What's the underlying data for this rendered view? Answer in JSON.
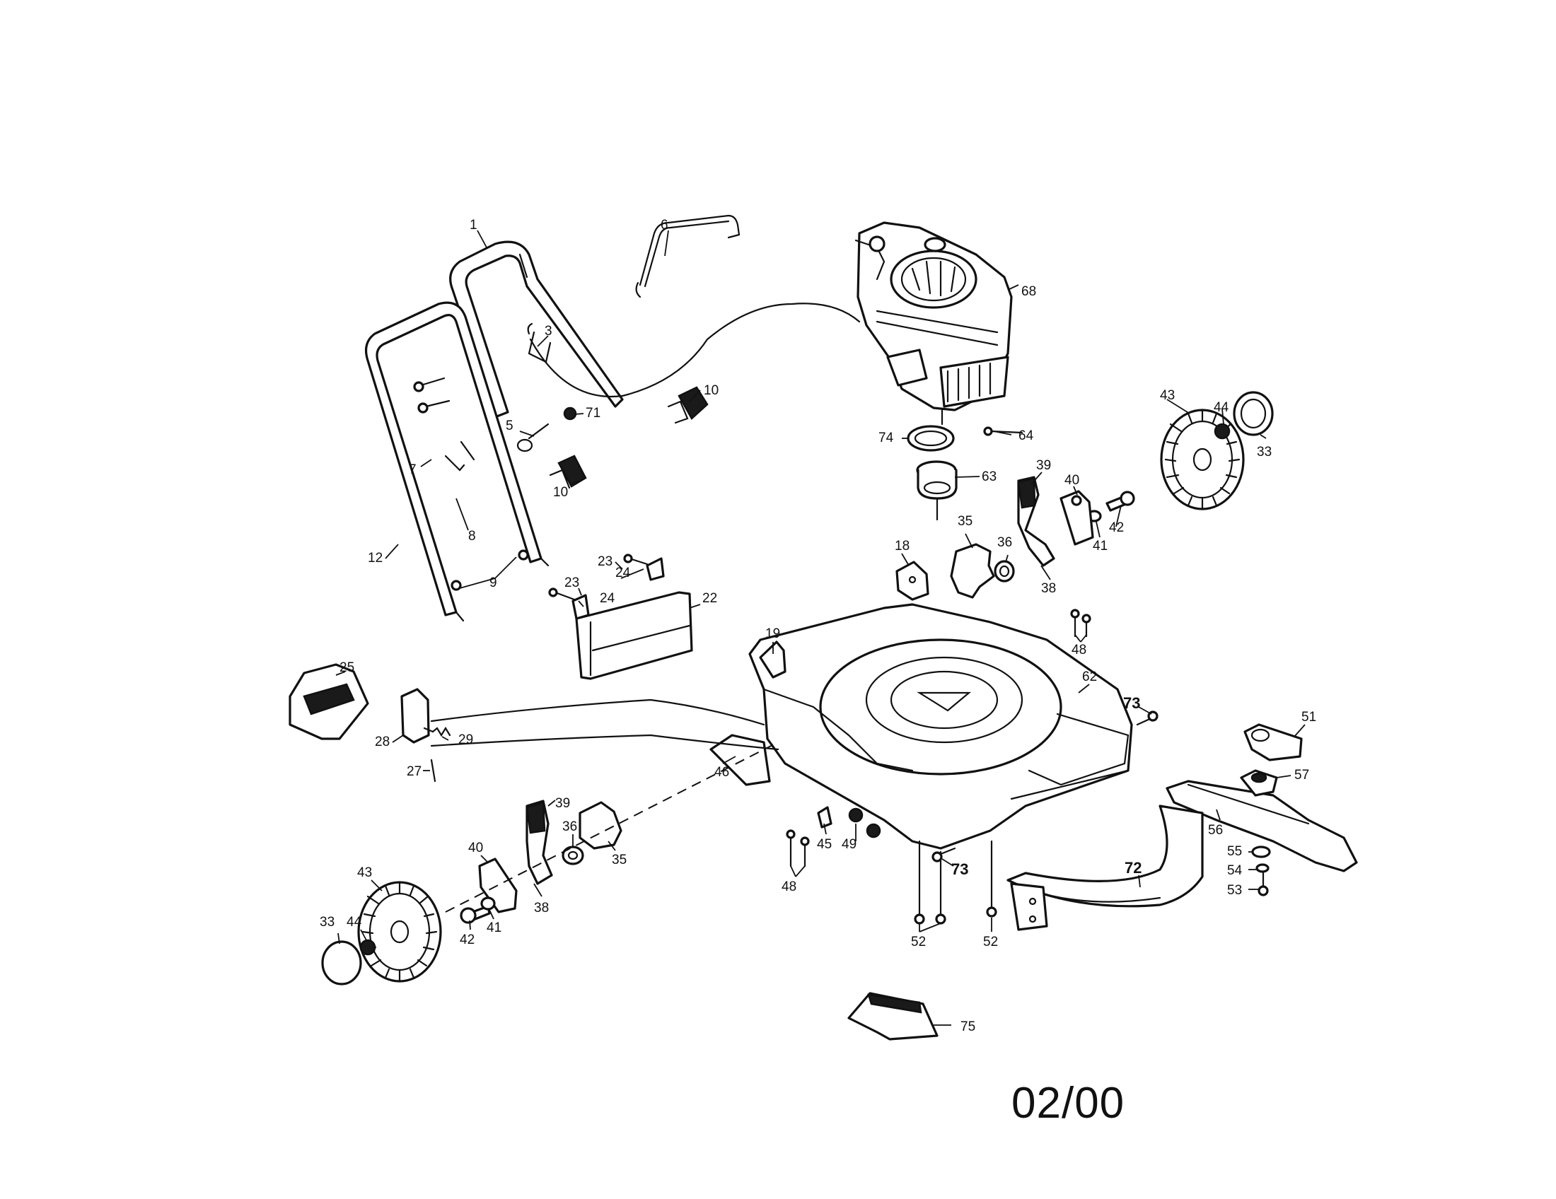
{
  "revision_date": "02/00",
  "callouts": {
    "c1": "1",
    "c3": "3",
    "c5": "5",
    "c6": "6",
    "c7": "7",
    "c8": "8",
    "c9": "9",
    "c10a": "10",
    "c10b": "10",
    "c12": "12",
    "c71": "71",
    "c68": "68",
    "c74": "74",
    "c64": "64",
    "c63": "63",
    "c43a": "43",
    "c44a": "44",
    "c33a": "33",
    "c39a": "39",
    "c40a": "40",
    "c41a": "41",
    "c42a": "42",
    "c35a": "35",
    "c36a": "36",
    "c38a": "38",
    "c18": "18",
    "c23a": "23",
    "c24a": "24",
    "c23b": "23",
    "c24b": "24",
    "c22": "22",
    "c48a": "48",
    "c19": "19",
    "c25": "25",
    "c62": "62",
    "c73a": "73",
    "c28": "28",
    "c29": "29",
    "c27": "27",
    "c51": "51",
    "c57": "57",
    "c46": "46",
    "c45": "45",
    "c49": "49",
    "c56": "56",
    "c39b": "39",
    "c36b": "36",
    "c35b": "35",
    "c73b": "73",
    "c55": "55",
    "c54": "54",
    "c53": "53",
    "c40b": "40",
    "c43b": "43",
    "c48b": "48",
    "c72": "72",
    "c38b": "38",
    "c33b": "33",
    "c44b": "44",
    "c42b": "42",
    "c41b": "41",
    "c52a": "52",
    "c52b": "52",
    "c75": "75"
  }
}
